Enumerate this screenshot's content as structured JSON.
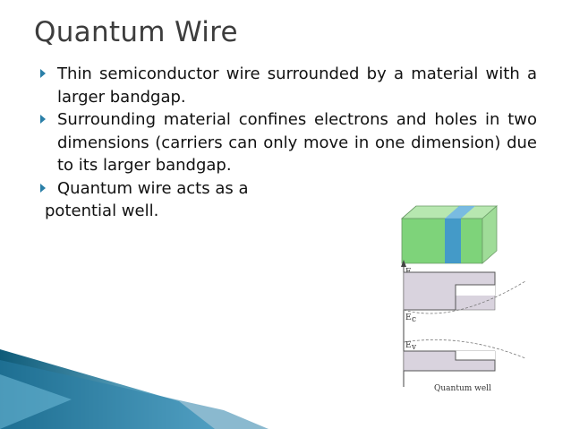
{
  "slide": {
    "title": "Quantum Wire",
    "bullets": [
      "Thin semiconductor wire surrounded by a material with a larger bandgap.",
      "Surrounding material confines electrons and holes in two dimensions (carriers can only move in one dimension) due to its larger bandgap.",
      "Quantum wire acts as a"
    ],
    "continuation": "potential well.",
    "figure": {
      "caption": "Quantum well",
      "label_e": "E",
      "label_ec": "E",
      "label_ec_sub": "c",
      "label_ev": "E",
      "label_ev_sub": "v"
    },
    "colors": {
      "title": "#3d3d3d",
      "bullet_marker": "#2a7fa8",
      "cube_green": "#7ed37a",
      "wire_blue": "#3a8fd6",
      "swoosh": "#1f6f8f"
    }
  }
}
